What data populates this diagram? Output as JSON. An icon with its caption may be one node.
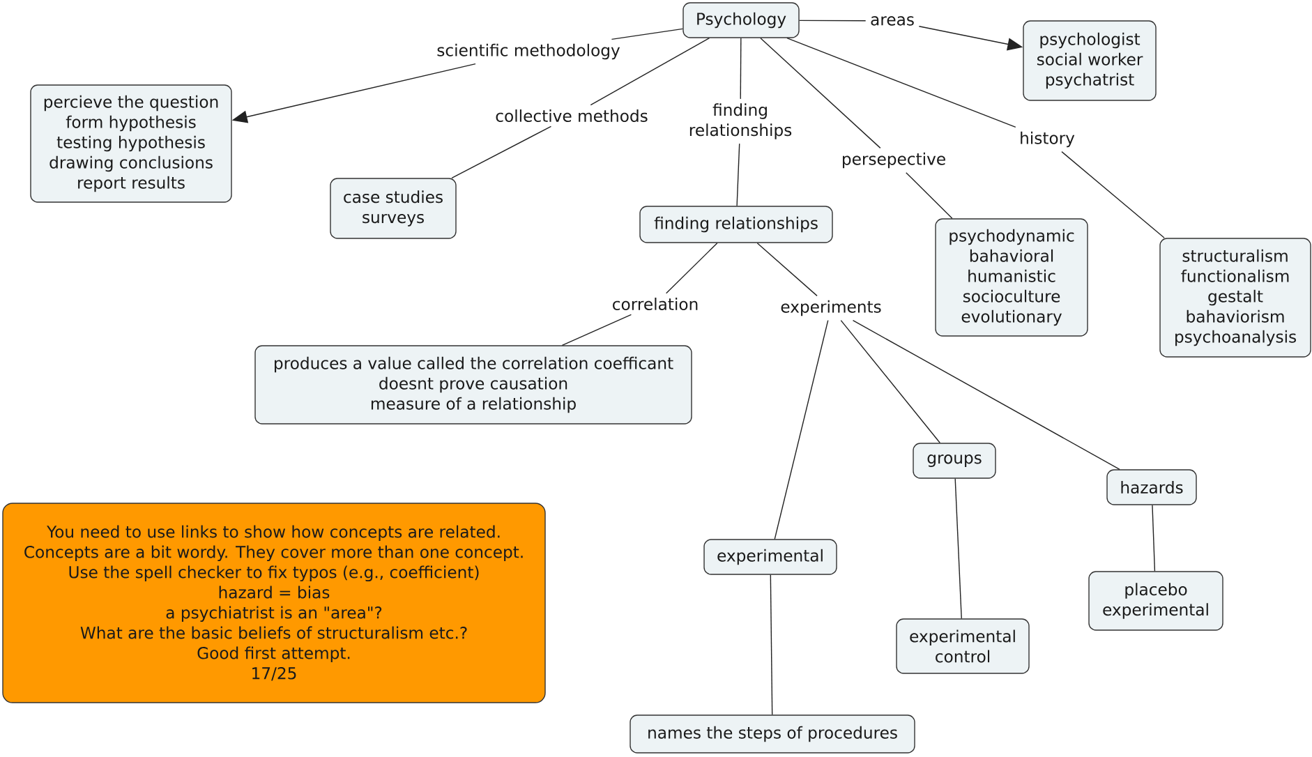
{
  "diagram": {
    "nodes": [
      {
        "text": [
          "Psychology"
        ]
      },
      {
        "text": [
          "scientific methodology"
        ]
      },
      {
        "text": [
          "areas"
        ]
      },
      {
        "text": [
          "psychologist",
          "social worker",
          "psychatrist"
        ]
      },
      {
        "text": [
          "percieve the question",
          "form hypothesis",
          "testing hypothesis",
          "drawing conclusions",
          "report results"
        ]
      },
      {
        "text": [
          "collective methods"
        ]
      },
      {
        "text": [
          "finding relationships"
        ]
      },
      {
        "text": [
          "history"
        ]
      },
      {
        "text": [
          "persepective"
        ]
      },
      {
        "text": [
          "case studies",
          "surveys"
        ]
      },
      {
        "text": [
          "finding relationships"
        ]
      },
      {
        "text": [
          "psychodynamic",
          "bahavioral",
          "humanistic",
          "socioculture",
          "evolutionary"
        ]
      },
      {
        "text": [
          "structuralism",
          "functionalism",
          "gestalt",
          "bahaviorism",
          "psychoanalysis"
        ]
      },
      {
        "text": [
          "correlation"
        ]
      },
      {
        "text": [
          "experiments"
        ]
      },
      {
        "text": [
          "produces a value called the correlation coefficant",
          "doesnt prove causation",
          "measure of a relationship"
        ]
      },
      {
        "text": [
          "groups"
        ]
      },
      {
        "text": [
          "hazards"
        ]
      },
      {
        "text": [
          "You need to use links to show how concepts are related.",
          "Concepts are a bit wordy. They cover more than one concept.",
          "Use the spell checker to fix typos (e.g., coefficient)",
          "hazard = bias",
          "a psychiatrist is an \"area\"?",
          "What are the basic beliefs of structuralism etc.?",
          "Good first attempt.",
          "17/25"
        ]
      },
      {
        "text": [
          "experimental"
        ]
      },
      {
        "text": [
          "placebo",
          "experimental"
        ]
      },
      {
        "text": [
          "experimental",
          "control"
        ]
      },
      {
        "text": [
          "names the steps of procedures"
        ]
      }
    ],
    "edges": [
      {
        "from": 0,
        "to": 1,
        "arrow": "none"
      },
      {
        "from": 1,
        "to": 4,
        "arrow": "to"
      },
      {
        "from": 0,
        "to": 2,
        "arrow": "none"
      },
      {
        "from": 2,
        "to": 3,
        "arrow": "to"
      },
      {
        "from": 0,
        "to": 5,
        "arrow": "none"
      },
      {
        "from": 5,
        "to": 9,
        "arrow": "none"
      },
      {
        "from": 0,
        "to": 6,
        "arrow": "none"
      },
      {
        "from": 6,
        "to": 10,
        "arrow": "none"
      },
      {
        "from": 0,
        "to": 8,
        "arrow": "none"
      },
      {
        "from": 8,
        "to": 11,
        "arrow": "none"
      },
      {
        "from": 0,
        "to": 7,
        "arrow": "none"
      },
      {
        "from": 7,
        "to": 12,
        "arrow": "none"
      },
      {
        "from": 10,
        "to": 13,
        "arrow": "none"
      },
      {
        "from": 13,
        "to": 15,
        "arrow": "none"
      },
      {
        "from": 10,
        "to": 14,
        "arrow": "none"
      },
      {
        "from": 14,
        "to": 19,
        "arrow": "none"
      },
      {
        "from": 14,
        "to": 16,
        "arrow": "none"
      },
      {
        "from": 14,
        "to": 17,
        "arrow": "none"
      },
      {
        "from": 16,
        "to": 21,
        "arrow": "none"
      },
      {
        "from": 17,
        "to": 20,
        "arrow": "none"
      },
      {
        "from": 19,
        "to": 22,
        "arrow": "none"
      }
    ]
  }
}
